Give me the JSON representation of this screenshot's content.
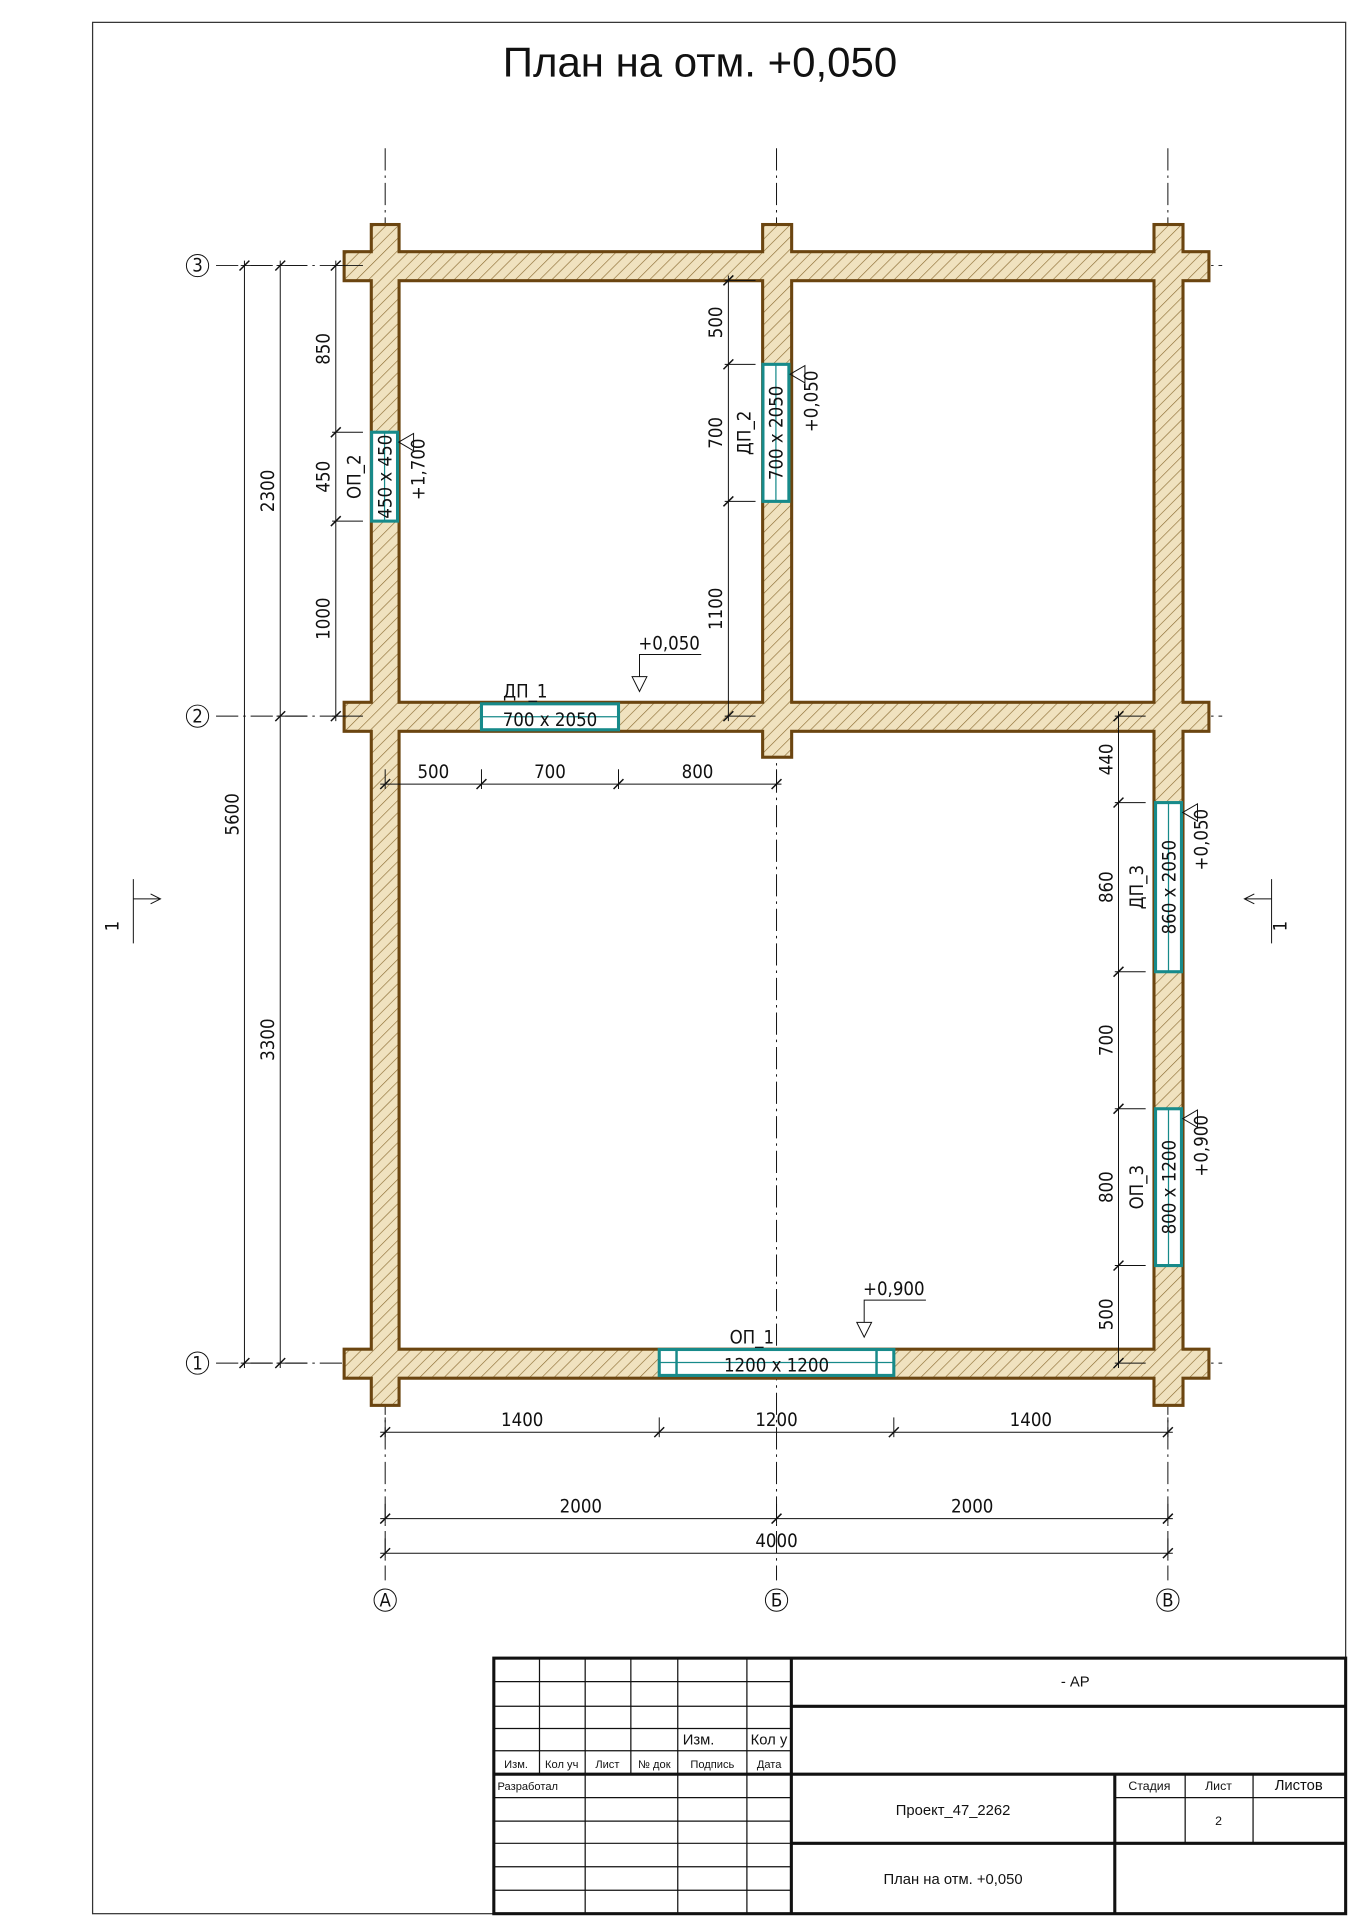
{
  "title": "План на отм. +0,050",
  "axes": {
    "rows": [
      "3",
      "2",
      "1"
    ],
    "cols": [
      "А",
      "Б",
      "В"
    ]
  },
  "section_mark": "1",
  "openings": [
    {
      "name": "ОП_2",
      "size": "450 x 450",
      "level": "+1,700"
    },
    {
      "name": "ДП_2",
      "size": "700 x 2050",
      "level": "+0,050"
    },
    {
      "name": "ДП_1",
      "size": "700 x 2050",
      "level": "+0,050"
    },
    {
      "name": "ДП_3",
      "size": "860 x 2050",
      "level": "+0,050"
    },
    {
      "name": "ОП_3",
      "size": "800 x 1200",
      "level": "+0,900"
    },
    {
      "name": "ОП_1",
      "size": "1200 x 1200",
      "level": "+0,900"
    }
  ],
  "dimensions": {
    "left_total": "5600",
    "left_axes": [
      "2300",
      "3300"
    ],
    "left_wall": [
      "850",
      "450",
      "1000"
    ],
    "middle_wall": [
      "500",
      "700",
      "1100"
    ],
    "right_wall": [
      "440",
      "860",
      "700",
      "800",
      "500"
    ],
    "inner_row2": [
      "500",
      "700",
      "800"
    ],
    "bottom_openings": [
      "1400",
      "1200",
      "1400"
    ],
    "bottom_axes": [
      "2000",
      "2000"
    ],
    "bottom_total": "4000"
  },
  "colors": {
    "wall": "#6b4510",
    "wall_fill": "#f0e2bf",
    "opening": "#178a8a"
  },
  "title_block": {
    "code": "- АР",
    "headers": [
      "Изм.",
      "Кол уч",
      "Лист",
      "№ док",
      "Подпись",
      "Дата"
    ],
    "izm": "Изм.",
    "kol": "Кол у",
    "developed": "Разработал",
    "project": "Проект_47_2262",
    "stage_label": "Стадия",
    "sheet_label": "Лист",
    "sheets_label": "Листов",
    "sheet": "2",
    "sheet_title": "План на отм. +0,050"
  }
}
